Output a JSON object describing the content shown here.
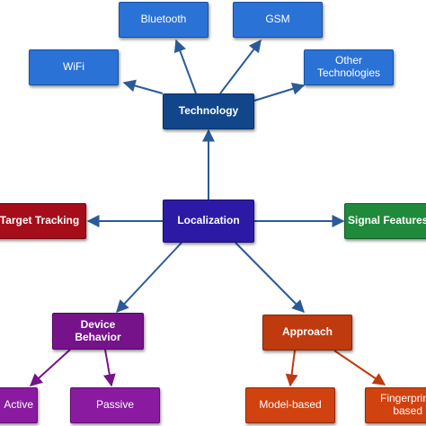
{
  "nodes": {
    "bluetooth": "Bluetooth",
    "gsm": "GSM",
    "wifi": "WiFi",
    "other_technologies": [
      "Other",
      "Technologies"
    ],
    "technology": "Technology",
    "target_tracking": "Target Tracking",
    "localization": "Localization",
    "signal_features": "Signal Features",
    "device_behavior": [
      "Device",
      "Behavior"
    ],
    "approach": "Approach",
    "active": "Active",
    "passive": "Passive",
    "model_based": "Model-based",
    "fingerprint_based": [
      "Fingerprint-",
      "based"
    ]
  },
  "colors": {
    "arrow": "#2a5a9a",
    "arrow_violet": "#76128a",
    "arrow_orange": "#bf3a0e",
    "technology_subnode": "#2b72d6",
    "technology": "#12468a",
    "localization": "#2c1aa6",
    "target_tracking": "#a50d1a",
    "signal_features": "#1f8a3a",
    "device_behavior": "#76128a",
    "approach": "#bf3a0e"
  }
}
